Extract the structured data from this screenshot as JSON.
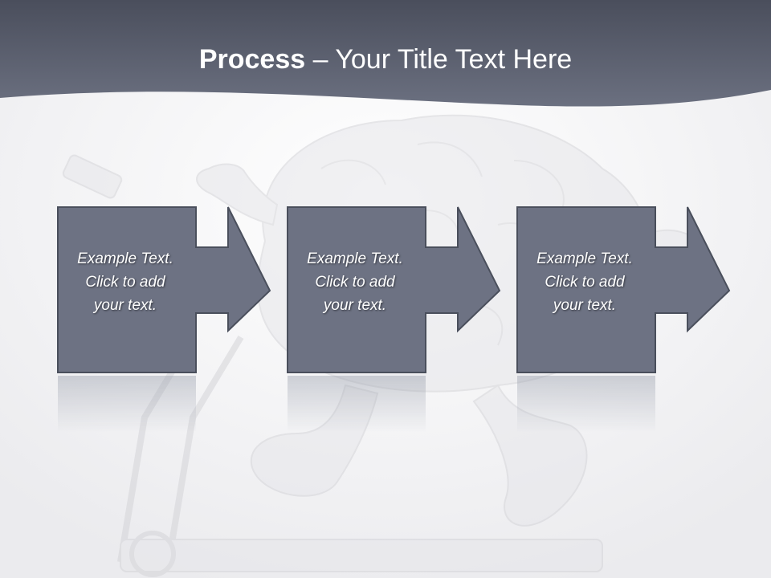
{
  "slide": {
    "title_bold": "Process",
    "title_rest": " – Your Title Text Here",
    "colors": {
      "header": "#5d6373",
      "step_fill": "#6d7283",
      "step_stroke": "#4a4f5c",
      "background": "#f2f2f3"
    },
    "background_image": "running-brain-on-treadmill",
    "steps": [
      {
        "line1": "Example Text.",
        "line2": "Click  to add",
        "line3": "your text."
      },
      {
        "line1": "Example Text.",
        "line2": "Click  to add",
        "line3": "your text."
      },
      {
        "line1": "Example Text.",
        "line2": "Click  to add",
        "line3": "your text."
      }
    ]
  }
}
